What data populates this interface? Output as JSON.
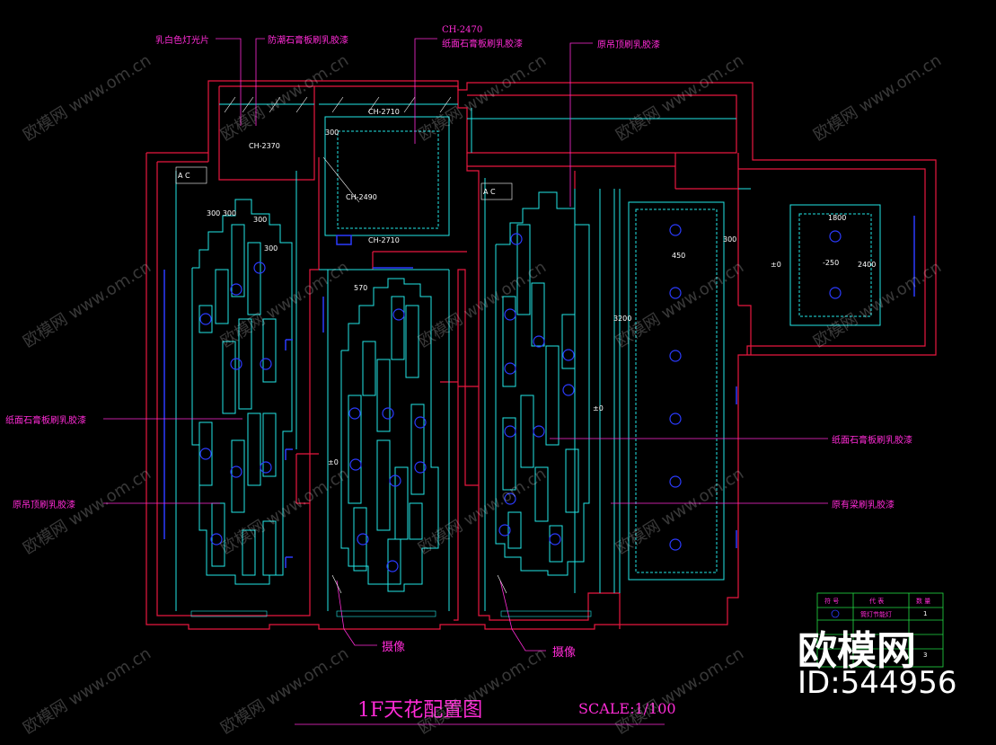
{
  "drawing": {
    "title": "1F天花配置图",
    "scale": "SCALE:1/100"
  },
  "callouts": {
    "milky_light": "乳白色灯光片",
    "gypsum_paint_top": "防潮石膏板刷乳胶漆",
    "ch2470_label": "CH-2470",
    "ch2470_desc": "纸面石膏板刷乳胶漆",
    "original_top": "原吊顶刷乳胶漆",
    "left_gypsum": "纸面石膏板刷乳胶漆",
    "left_original": "原吊顶刷乳胶漆",
    "right_gypsum": "纸面石膏板刷乳胶漆",
    "right_original": "原有梁刷乳胶漆",
    "camera1": "摄像",
    "camera2": "摄像"
  },
  "room_labels": {
    "ch2370": "CH-2370",
    "ch2710_a": "CH-2710",
    "ch2490": "CH-2490",
    "ch2710_b": "CH-2710",
    "ac_1": "A C",
    "ac_2": "A C",
    "dims_300_300": "300 300",
    "dim_300a": "300",
    "dim_300b": "300",
    "dim_300c": "300",
    "dim_300d": "300",
    "dim_570": "570",
    "dim_1800": "1800",
    "dim_n250": "-250",
    "dim_2400": "2400",
    "pm0_a": "±0",
    "pm0_b": "±0",
    "pm0_c": "±0",
    "dim_3200": "3200",
    "dim_450": "450"
  },
  "legend": {
    "headers": [
      "符 号",
      "代 表",
      "数 量"
    ],
    "row1": "筒灯节能灯",
    "row1_qty": "1",
    "row2_qty": "3"
  },
  "watermark": {
    "logo": "欧模网",
    "id": "ID:544956",
    "site": "欧模网 www.om.cn"
  },
  "colors": {
    "wall": "#e8173f",
    "cyan": "#22e6e6",
    "magenta": "#ff2bd6",
    "blue": "#2b3bff",
    "white": "#ffffff",
    "green": "#22dd44"
  }
}
